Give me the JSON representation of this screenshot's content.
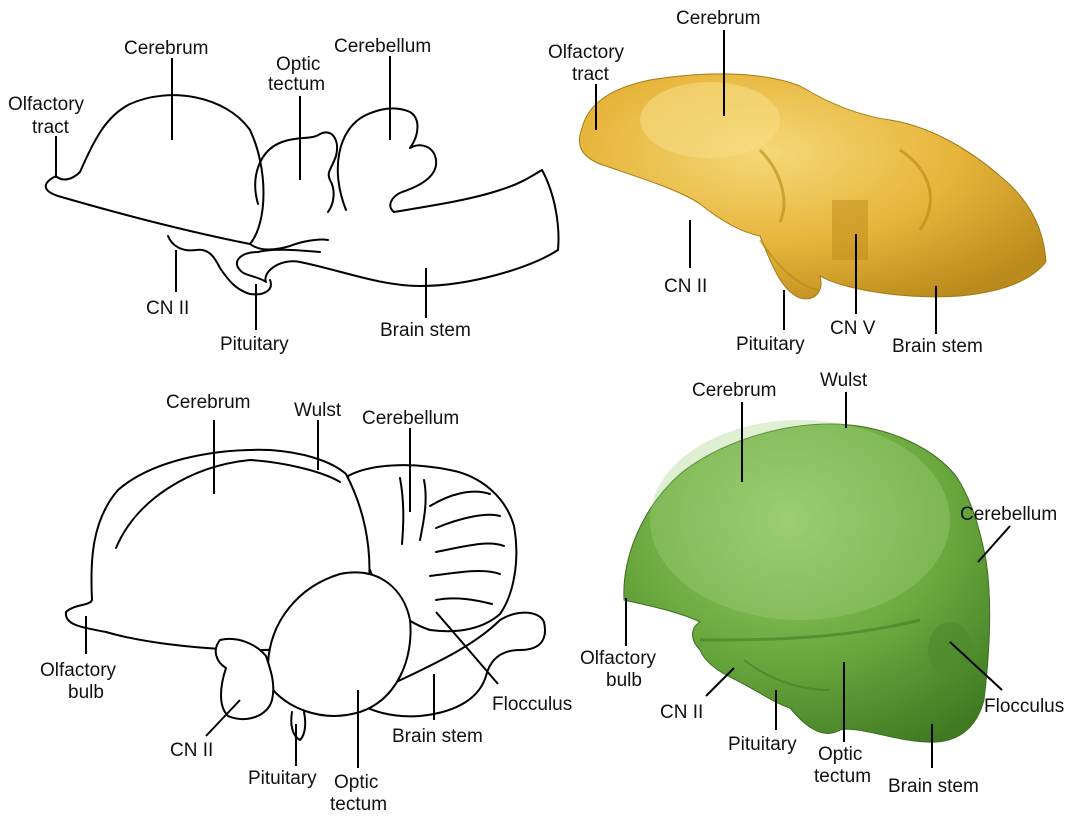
{
  "panels": {
    "top_left": {
      "labels": {
        "olfactory_tract_1": "Olfactory",
        "olfactory_tract_2": "tract",
        "cerebrum": "Cerebrum",
        "optic_tectum_1": "Optic",
        "optic_tectum_2": "tectum",
        "cerebellum": "Cerebellum",
        "cn_ii": "CN II",
        "pituitary": "Pituitary",
        "brain_stem": "Brain stem"
      }
    },
    "top_right": {
      "fill_color": "#e8b838",
      "labels": {
        "olfactory_tract_1": "Olfactory",
        "olfactory_tract_2": "tract",
        "cerebrum": "Cerebrum",
        "cn_ii": "CN II",
        "pituitary": "Pituitary",
        "cn_v": "CN V",
        "brain_stem": "Brain stem"
      }
    },
    "bottom_left": {
      "labels": {
        "cerebrum": "Cerebrum",
        "wulst": "Wulst",
        "cerebellum": "Cerebellum",
        "olfactory_bulb_1": "Olfactory",
        "olfactory_bulb_2": "bulb",
        "flocculus": "Flocculus",
        "cn_ii": "CN II",
        "brain_stem": "Brain stem",
        "pituitary": "Pituitary",
        "optic_tectum_1": "Optic",
        "optic_tectum_2": "tectum"
      }
    },
    "bottom_right": {
      "fill_color": "#6aa83e",
      "labels": {
        "cerebrum": "Cerebrum",
        "wulst": "Wulst",
        "cerebellum": "Cerebellum",
        "olfactory_bulb_1": "Olfactory",
        "olfactory_bulb_2": "bulb",
        "flocculus": "Flocculus",
        "cn_ii": "CN II",
        "pituitary": "Pituitary",
        "optic_tectum_1": "Optic",
        "optic_tectum_2": "tectum",
        "brain_stem": "Brain stem"
      }
    }
  }
}
